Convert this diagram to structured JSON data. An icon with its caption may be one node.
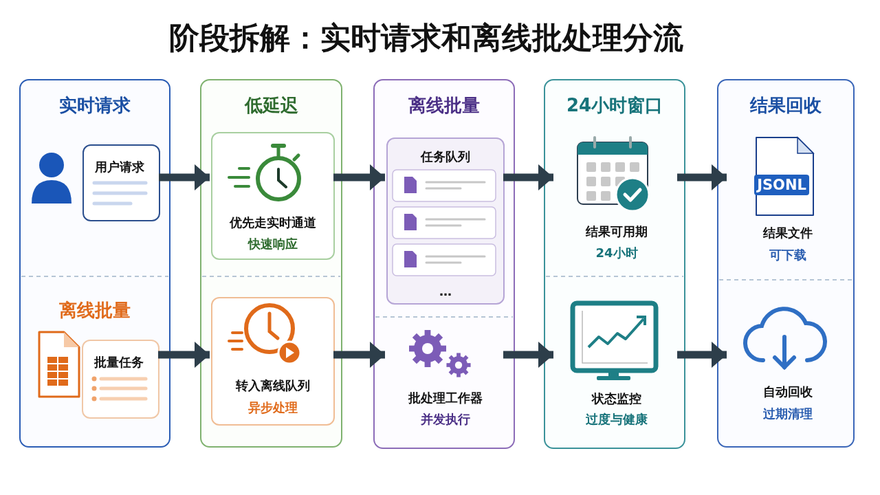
{
  "diagram": {
    "title": "阶段拆解：实时请求和离线批处理分流",
    "nodes": [
      {
        "text": [
          "实时请求",
          "离线批量"
        ]
      },
      {
        "text": [
          "用户请求"
        ],
        "in": 0
      },
      {
        "text": [
          "批量任务"
        ],
        "in": 0
      },
      {
        "text": [
          "低延迟"
        ]
      },
      {
        "text": [
          "优先走实时通道",
          "快速响应"
        ],
        "in": 3
      },
      {
        "text": [
          "转入离线队列",
          "异步处理"
        ],
        "in": 3
      },
      {
        "text": [
          "离线批量"
        ]
      },
      {
        "text": [
          "任务队列",
          "…"
        ],
        "in": 6
      },
      {
        "text": [
          "批处理工作器",
          "并发执行"
        ],
        "in": 6
      },
      {
        "text": [
          "24小时窗口"
        ]
      },
      {
        "text": [
          "结果可用期",
          "24小时"
        ],
        "in": 9
      },
      {
        "text": [
          "状态监控",
          "过度与健康"
        ],
        "in": 9
      },
      {
        "text": [
          "结果回收"
        ]
      },
      {
        "text": [
          "结果文件",
          "可下载"
        ],
        "in": 12
      },
      {
        "text": [
          "自动回收",
          "过期清理"
        ],
        "in": 12
      }
    ],
    "edges": [
      {
        "from": 1,
        "to": 4,
        "arrow": "to"
      },
      {
        "from": 2,
        "to": 5,
        "arrow": "to"
      },
      {
        "from": 4,
        "to": 7,
        "arrow": "to"
      },
      {
        "from": 5,
        "to": 8,
        "arrow": "to"
      },
      {
        "from": 7,
        "to": 10,
        "arrow": "to"
      },
      {
        "from": 8,
        "to": 11,
        "arrow": "to"
      },
      {
        "from": 10,
        "to": 13,
        "arrow": "to"
      },
      {
        "from": 11,
        "to": 14,
        "arrow": "to"
      }
    ],
    "labels": [
      "JSONL"
    ]
  }
}
